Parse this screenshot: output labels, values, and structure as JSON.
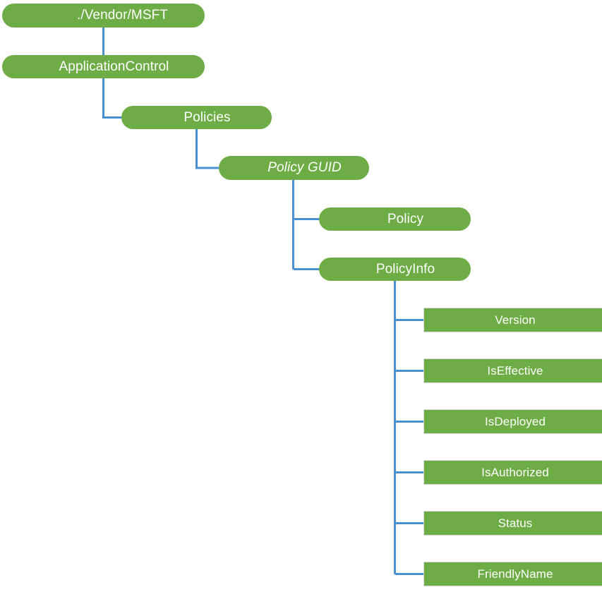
{
  "diagram": {
    "title": "Application Control CSP tree",
    "colors": {
      "node_fill": "#6EAC46",
      "node_text": "#FFFFFF",
      "connector": "#4A90D0",
      "rect_border": "#D9D9D9",
      "background": "#FFFFFF"
    },
    "nodes": {
      "vendor_msft": {
        "label": "./Vendor/MSFT",
        "shape": "rounded",
        "style": "normal"
      },
      "application_control": {
        "label": "ApplicationControl",
        "shape": "rounded",
        "style": "normal"
      },
      "policies": {
        "label": "Policies",
        "shape": "rounded",
        "style": "normal"
      },
      "policy_guid": {
        "label": "Policy GUID",
        "shape": "rounded",
        "style": "italic"
      },
      "policy": {
        "label": "Policy",
        "shape": "rounded",
        "style": "normal"
      },
      "policy_info": {
        "label": "PolicyInfo",
        "shape": "rounded",
        "style": "normal"
      },
      "version": {
        "label": "Version",
        "shape": "rect",
        "style": "normal"
      },
      "is_effective": {
        "label": "IsEffective",
        "shape": "rect",
        "style": "normal"
      },
      "is_deployed": {
        "label": "IsDeployed",
        "shape": "rect",
        "style": "normal"
      },
      "is_authorized": {
        "label": "IsAuthorized",
        "shape": "rect",
        "style": "normal"
      },
      "status": {
        "label": "Status",
        "shape": "rect",
        "style": "normal"
      },
      "friendly_name": {
        "label": "FriendlyName",
        "shape": "rect",
        "style": "normal"
      }
    },
    "hierarchy": [
      {
        "label": "./Vendor/MSFT",
        "level": 0
      },
      {
        "label": "ApplicationControl",
        "level": 1
      },
      {
        "label": "Policies",
        "level": 2
      },
      {
        "label": "Policy GUID",
        "level": 3
      },
      {
        "label": "Policy",
        "level": 4
      },
      {
        "label": "PolicyInfo",
        "level": 4
      },
      {
        "label": "Version",
        "level": 5
      },
      {
        "label": "IsEffective",
        "level": 5
      },
      {
        "label": "IsDeployed",
        "level": 5
      },
      {
        "label": "IsAuthorized",
        "level": 5
      },
      {
        "label": "Status",
        "level": 5
      },
      {
        "label": "FriendlyName",
        "level": 5
      }
    ]
  }
}
